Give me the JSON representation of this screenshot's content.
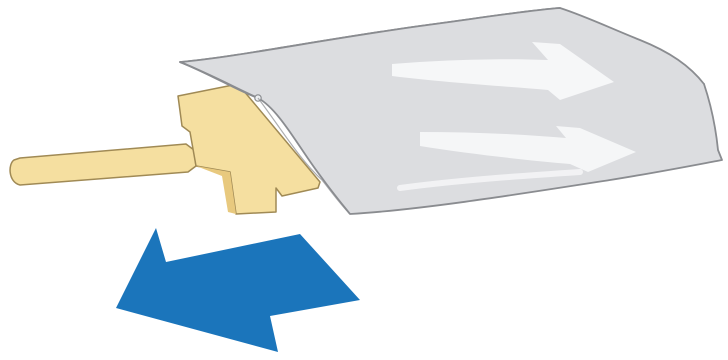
{
  "illustration": {
    "subject": [
      "cleaning-stick",
      "protective-bag",
      "pull-direction-arrow"
    ],
    "colors": {
      "background": "#ffffff",
      "stick_fill": "#f5dfa0",
      "stick_shade": "#e8c97e",
      "stick_outline": "#a08a55",
      "bag_fill": "#dcdde0",
      "bag_light": "#eceef0",
      "bag_outline": "#8a8c90",
      "bag_highlight": "#f7f8f9",
      "arrow_fill": "#1b75bb"
    },
    "arrow_direction": "left"
  }
}
